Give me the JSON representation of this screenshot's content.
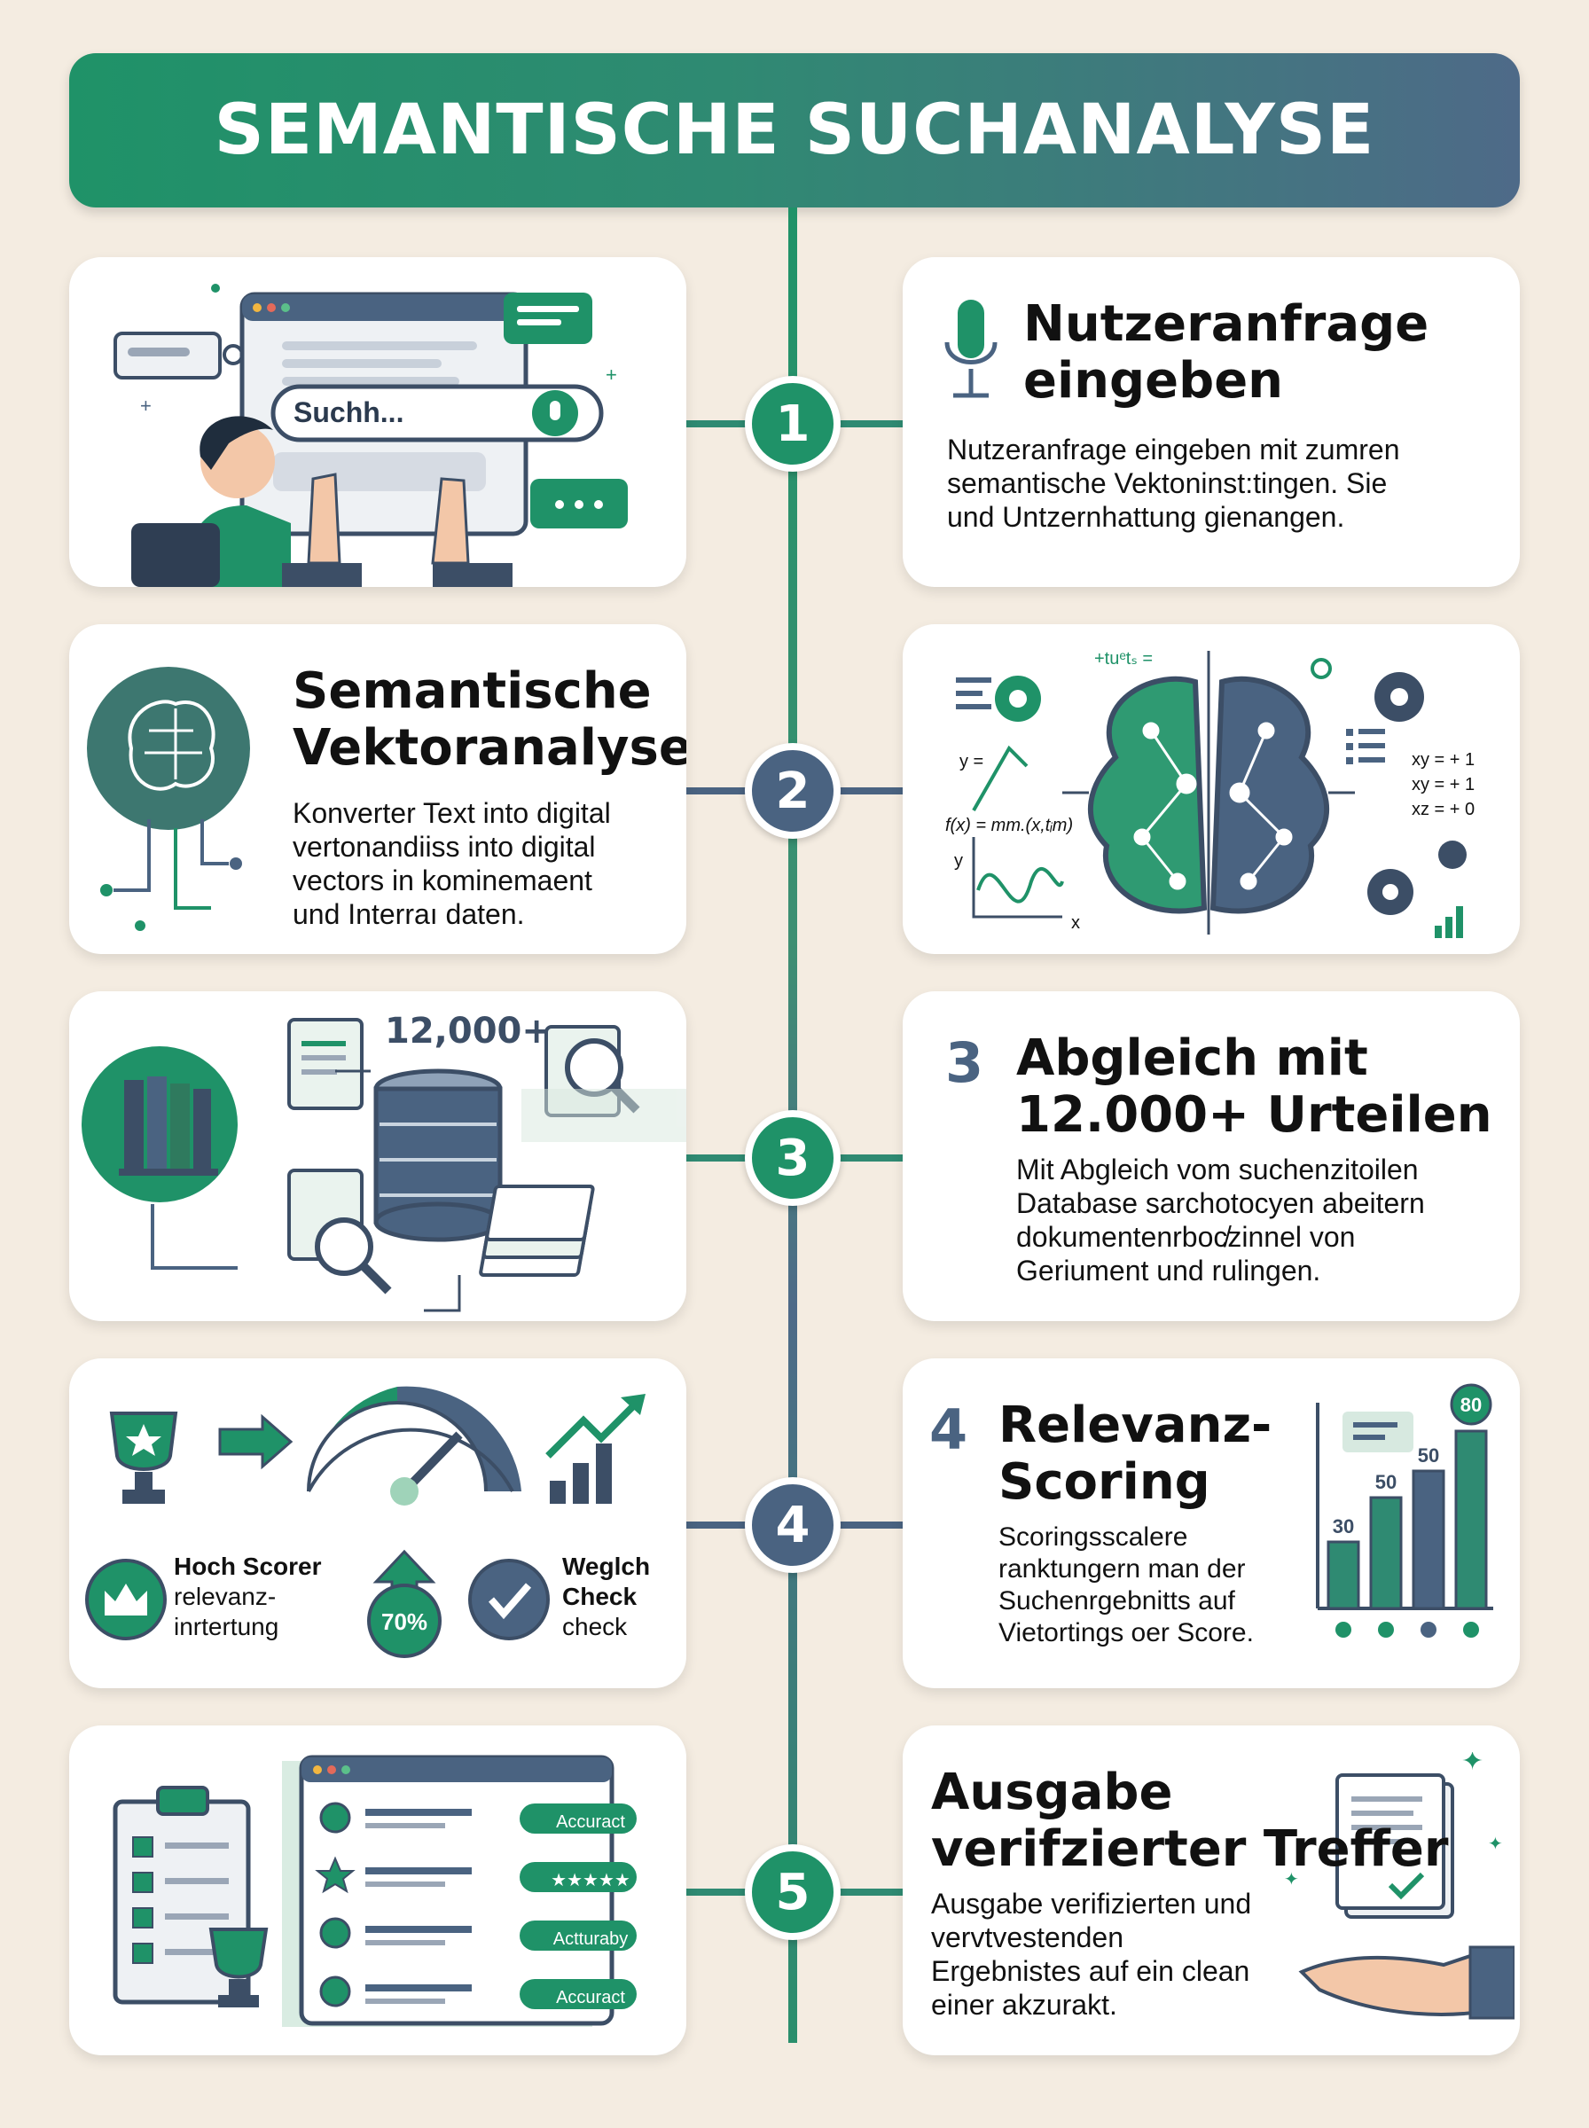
{
  "header": {
    "title": "SEMANTISCHE SUCHANALYSE"
  },
  "steps": [
    {
      "number": "1",
      "title_line1": "Nutzeranfrage",
      "title_line2": "eingeben",
      "text_lines": [
        "Nutzeranfrage eingeben mit zumren",
        "semantische Vektoninst:tingen. Sie",
        "und Untzernhattung gienangen."
      ],
      "search_placeholder": "Suchh..."
    },
    {
      "number": "2",
      "title_line1": "Semantische",
      "title_line2": "Vektoranalyse",
      "text_lines": [
        "Konverter Text into digital",
        "vertonandiiss into digital",
        "vectors in kominemaent",
        "und Interraı daten."
      ],
      "formulas": {
        "top": "+tuᵉtₛ =",
        "y": "y =",
        "fx": "f(x) = mm.(x,tᵢm)",
        "eq1": "xy = + 1",
        "eq2": "xy = + 1",
        "eq3": "xz = + 0",
        "axis_y": "y",
        "axis_x": "x"
      }
    },
    {
      "number": "3",
      "title_line1": "Abgleich mit",
      "title_line2": "12.000+ Urteilen",
      "text_lines": [
        "Mit Abgleich vom suchenzitoilen",
        "Database sarchotocyen abeitern",
        "dokumentenrboc̸zinnel von",
        "Geriument und rulingen."
      ],
      "count_label": "12,000+"
    },
    {
      "number": "4",
      "title_line1": "Relevanz-",
      "title_line2": "Scoring",
      "text_lines": [
        "Scoringsscalere",
        "ranktungern man der",
        "Suchenrgebnitts auf",
        "Vietortings oer Score."
      ],
      "gauge_value": "70%",
      "left_label": {
        "title": "Hoch Scorer",
        "line2": "relevanz-",
        "line3": "inrtertung"
      },
      "right_label": {
        "title": "Weglch",
        "line2": "Check",
        "line3": "check"
      },
      "bars": [
        {
          "label": "30",
          "value": 30
        },
        {
          "label": "50",
          "value": 50
        },
        {
          "label": "50",
          "value": 62
        },
        {
          "label": "80",
          "value": 80
        }
      ]
    },
    {
      "number": "5",
      "title_line1": "Ausgabe",
      "title_line2": "verifzierter Treffer",
      "text_lines": [
        "Ausgabe verifizierten und",
        "vervtvestenden",
        "Ergebnistes auf ein clean",
        "einer akzurakt."
      ],
      "result_badges": [
        "Accuract",
        "★★★★★",
        "Actturaby",
        "Accuract"
      ]
    }
  ],
  "colors": {
    "green": "#1f9268",
    "slate": "#4a6381",
    "bg": "#f4ece1"
  }
}
